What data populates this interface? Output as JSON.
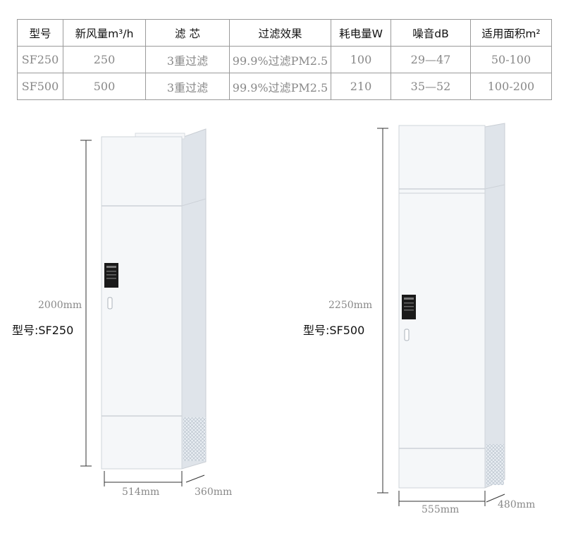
{
  "table": {
    "headers": [
      "型号",
      "新风量m³/h",
      "滤 芯",
      "过滤效果",
      "耗电量W",
      "噪音dB",
      "适用面积m²"
    ],
    "rows": [
      [
        "SF250",
        "250",
        "3重过滤",
        "99.9%过滤PM2.5",
        "100",
        "29—47",
        "50-100"
      ],
      [
        "SF500",
        "500",
        "3重过滤",
        "99.9%过滤PM2.5",
        "210",
        "35—52",
        "100-200"
      ]
    ]
  },
  "left_unit": {
    "height_label": "2000mm",
    "model_label": "型号:SF250",
    "width_label": "514mm",
    "depth_label": "360mm"
  },
  "right_unit": {
    "height_label": "2250mm",
    "model_label": "型号:SF500",
    "width_label": "555mm",
    "depth_label": "480mm"
  }
}
